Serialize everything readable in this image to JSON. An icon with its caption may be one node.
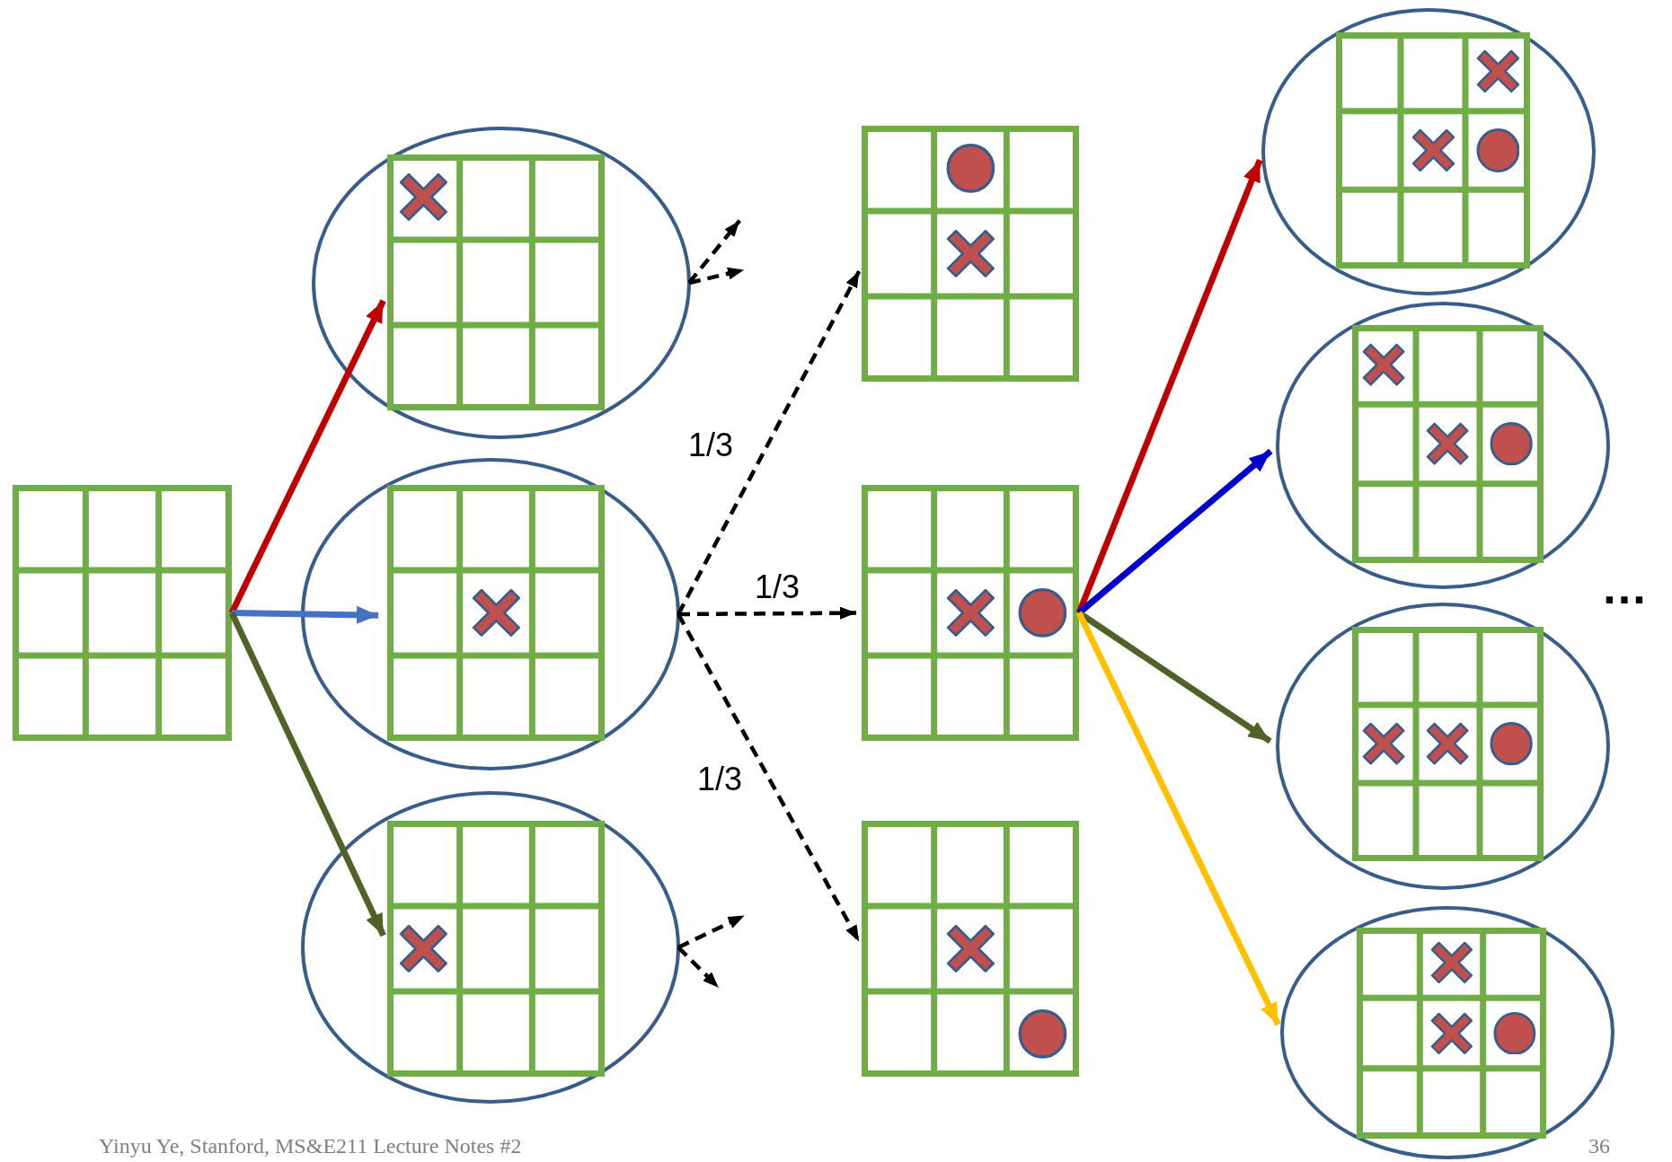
{
  "diagram": {
    "nodes": [
      {
        "text": [],
        "shape": "grid"
      },
      {
        "text": [],
        "shape": "ellipse"
      },
      {
        "text": [],
        "shape": "grid",
        "in": 1
      },
      {
        "text": [],
        "shape": "ellipse"
      },
      {
        "text": [],
        "shape": "grid",
        "in": 3
      },
      {
        "text": [],
        "shape": "ellipse"
      },
      {
        "text": [],
        "shape": "grid",
        "in": 5
      },
      {
        "text": [],
        "shape": "grid"
      },
      {
        "text": [],
        "shape": "grid"
      },
      {
        "text": [],
        "shape": "grid"
      },
      {
        "text": [],
        "shape": "ellipse"
      },
      {
        "text": [],
        "shape": "grid",
        "in": 10
      },
      {
        "text": [],
        "shape": "ellipse"
      },
      {
        "text": [],
        "shape": "grid",
        "in": 12
      },
      {
        "text": [],
        "shape": "ellipse"
      },
      {
        "text": [],
        "shape": "grid",
        "in": 14
      },
      {
        "text": [],
        "shape": "ellipse"
      },
      {
        "text": [],
        "shape": "grid",
        "in": 16
      }
    ],
    "edges": [
      {
        "from": 0,
        "to": 2,
        "arrow": "to",
        "color": "#c00000"
      },
      {
        "from": 0,
        "to": 4,
        "arrow": "to",
        "color": "#4472c4"
      },
      {
        "from": 0,
        "to": 6,
        "arrow": "to",
        "color": "#4f6228"
      },
      {
        "from": 3,
        "to": 7,
        "arrow": "to",
        "style": "dashed",
        "label": "1/3"
      },
      {
        "from": 3,
        "to": 8,
        "arrow": "to",
        "style": "dashed",
        "label": "1/3"
      },
      {
        "from": 3,
        "to": 9,
        "arrow": "to",
        "style": "dashed",
        "label": "1/3"
      },
      {
        "from": 8,
        "to": 10,
        "arrow": "to",
        "color": "#c00000"
      },
      {
        "from": 8,
        "to": 12,
        "arrow": "to",
        "color": "#0000cc"
      },
      {
        "from": 8,
        "to": 14,
        "arrow": "to",
        "color": "#4f6228"
      },
      {
        "from": 8,
        "to": 16,
        "arrow": "to",
        "color": "#ffc000"
      },
      {
        "from": 1,
        "to": null,
        "arrow": "to",
        "style": "dashed"
      },
      {
        "from": 1,
        "to": null,
        "arrow": "to",
        "style": "dashed"
      },
      {
        "from": 5,
        "to": null,
        "arrow": "to",
        "style": "dashed"
      },
      {
        "from": 5,
        "to": null,
        "arrow": "to",
        "style": "dashed"
      }
    ],
    "labels": [
      "…",
      "Yinyu Ye, Stanford, MS&E211 Lecture Notes #2",
      "36"
    ]
  }
}
